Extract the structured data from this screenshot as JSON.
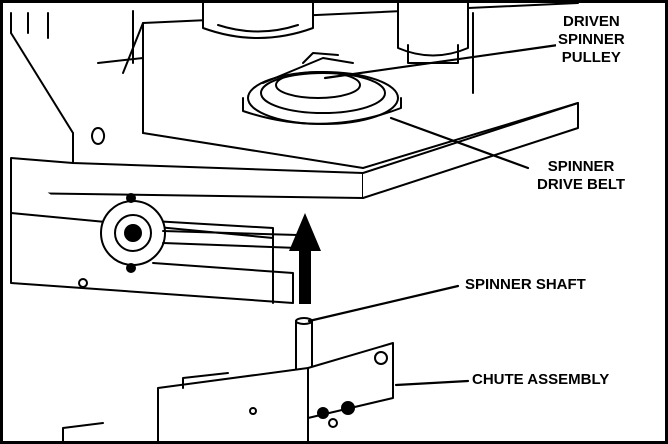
{
  "callouts": {
    "driven_spinner_pulley": "DRIVEN\nSPINNER\nPULLEY",
    "spinner_drive_belt": "SPINNER\nDRIVE BELT",
    "spinner_shaft": "SPINNER SHAFT",
    "chute_assembly": "CHUTE ASSEMBLY"
  },
  "icons": {
    "install_direction": "up-arrow-icon"
  }
}
